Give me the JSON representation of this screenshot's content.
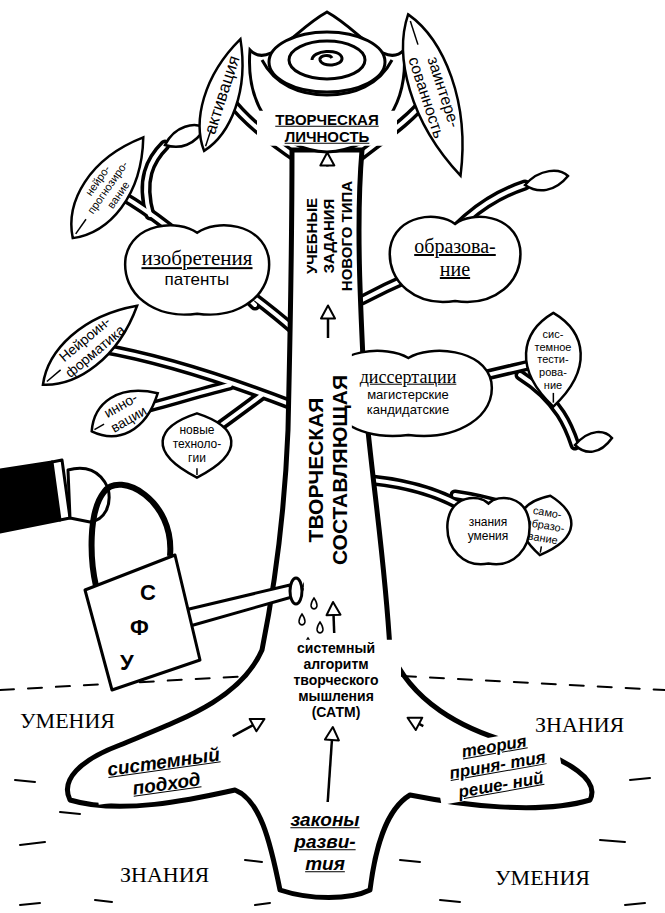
{
  "diagram": {
    "nodes": [
      {
        "text": [
          "ТВОРЧЕСКАЯ ЛИЧНОСТЬ"
        ]
      },
      {
        "text": [
          "активация"
        ]
      },
      {
        "text": [
          "заинтере- сованность"
        ]
      },
      {
        "text": [
          "нейро- прогнозиро- вание"
        ]
      },
      {
        "text": [
          "изобретения",
          "патенты"
        ]
      },
      {
        "text": [
          "образова- ние"
        ]
      },
      {
        "text": [
          "Нейроин- форматика"
        ]
      },
      {
        "text": [
          "сис- темное тести- рова- ние"
        ]
      },
      {
        "text": [
          "диссертации",
          "магистерские кандидатские"
        ]
      },
      {
        "text": [
          "инно- вации"
        ]
      },
      {
        "text": [
          "новые техноло- гии"
        ]
      },
      {
        "text": [
          "само- образо- вание"
        ]
      },
      {
        "text": [
          "знания умения"
        ]
      },
      {
        "text": [
          "УЧЕБНЫЕ ЗАДАНИЯ НОВОГО ТИПА"
        ]
      },
      {
        "text": [
          "ТВОРЧЕСКАЯ СОСТАВЛЯЮЩАЯ"
        ]
      },
      {
        "text": [
          "системный алгоритм творческого мышления (САТМ)"
        ]
      },
      {
        "text": [
          "системный подход"
        ]
      },
      {
        "text": [
          "законы разви- тия"
        ]
      },
      {
        "text": [
          "теория приня- тия реше- ний"
        ]
      }
    ],
    "edges": [
      {
        "from": 16,
        "to": 15,
        "arrow": "to"
      },
      {
        "from": 17,
        "to": 15,
        "arrow": "to"
      },
      {
        "from": 18,
        "to": 15,
        "arrow": "to"
      },
      {
        "from": 15,
        "to": 14,
        "arrow": "to"
      },
      {
        "from": 14,
        "to": 13,
        "arrow": "to"
      },
      {
        "from": 13,
        "to": 0,
        "arrow": "to"
      }
    ],
    "labels": [
      "УМЕНИЯ",
      "ЗНАНИЯ",
      "ЗНАНИЯ",
      "УМЕНИЯ",
      "С",
      "Ф",
      "У"
    ]
  }
}
